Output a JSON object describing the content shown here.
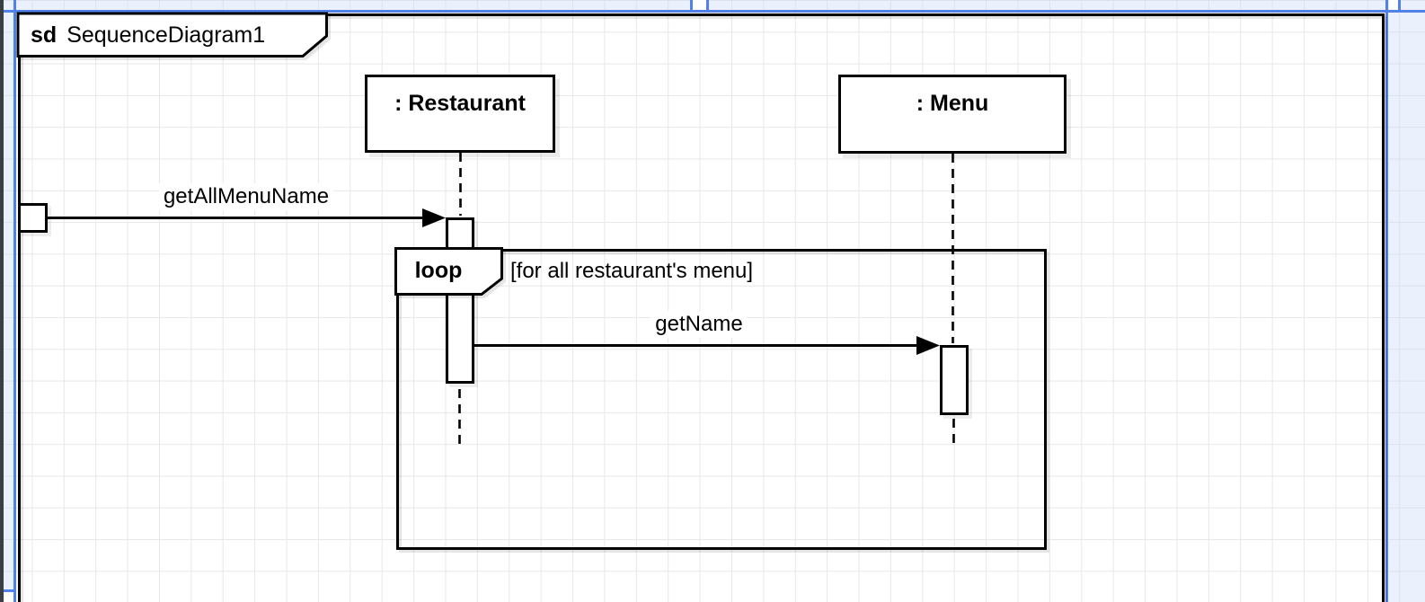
{
  "diagram": {
    "frame": {
      "keyword": "sd",
      "name": "SequenceDiagram1"
    },
    "lifelines": [
      {
        "label": ": Restaurant"
      },
      {
        "label": ": Menu"
      }
    ],
    "messages": [
      {
        "label": "getAllMenuName"
      },
      {
        "label": "getName"
      }
    ],
    "fragment": {
      "operator": "loop",
      "guard": "[for all restaurant's menu]"
    }
  },
  "colors": {
    "shape_stroke": "#000000",
    "page_boundary_blue": "#5180e8",
    "grid_line": "#e7e7e7",
    "outside_page_tint": "#e9effb",
    "shape_shadow": "#e9e9e9",
    "canvas_background": "#ffffff"
  }
}
